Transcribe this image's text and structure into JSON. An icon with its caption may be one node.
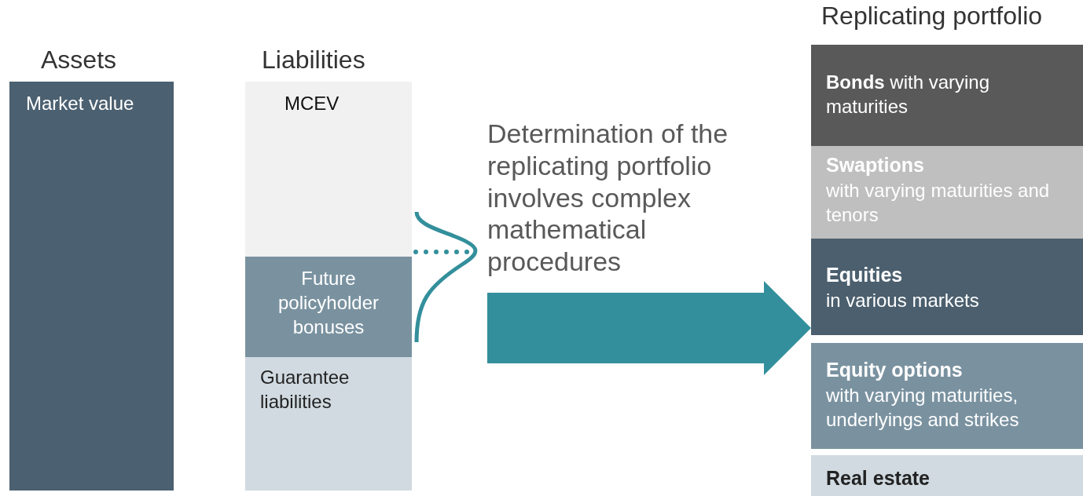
{
  "diagram": {
    "nodes": [
      {
        "text": [
          "Assets",
          "Market value"
        ]
      },
      {
        "text": [
          "Liabilities"
        ]
      },
      {
        "text": [
          "MCEV"
        ],
        "in": 1
      },
      {
        "text": [
          "Future policyholder bonuses"
        ],
        "in": 1
      },
      {
        "text": [
          "Guarantee liabilities"
        ],
        "in": 1
      },
      {
        "text": [
          "Replicating portfolio"
        ]
      },
      {
        "text": [
          "**Bonds** with varying maturities"
        ],
        "in": 5
      },
      {
        "text": [
          "Swaptions",
          "with varying maturities and tenors"
        ],
        "in": 5
      },
      {
        "text": [
          "Equities",
          "in various markets"
        ],
        "in": 5
      },
      {
        "text": [
          "Equity options",
          "with varying maturities, underlyings and strikes"
        ],
        "in": 5
      },
      {
        "text": [
          "Real estate"
        ],
        "in": 5
      }
    ],
    "edges": [
      {
        "from": 1,
        "to": 5,
        "arrow": "to",
        "label": "Determination of the replicating portfolio involves complex mathematical procedures"
      }
    ]
  }
}
